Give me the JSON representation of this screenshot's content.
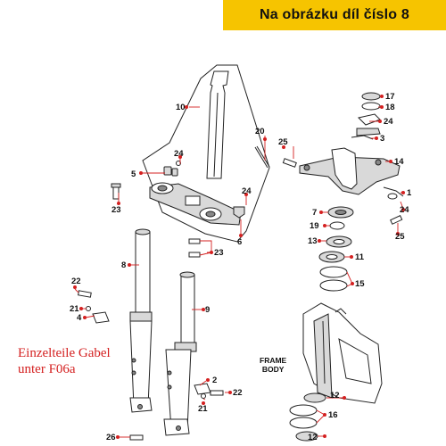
{
  "banner": {
    "text": "Na obrázku díl číslo 8"
  },
  "note": {
    "line1": "Einzelteile Gabel",
    "line2": "unter F06a"
  },
  "frame_label": {
    "line1": "FRAME",
    "line2": "BODY"
  },
  "callouts": [
    "1",
    "2",
    "3",
    "4",
    "5",
    "6",
    "7",
    "8",
    "9",
    "10",
    "11",
    "12",
    "13",
    "14",
    "15",
    "16",
    "17",
    "18",
    "19",
    "20",
    "21",
    "22",
    "23",
    "24",
    "25",
    "26"
  ],
  "colors": {
    "banner": "#f6c400",
    "callout_dot": "#d42020",
    "note": "#d42020"
  }
}
